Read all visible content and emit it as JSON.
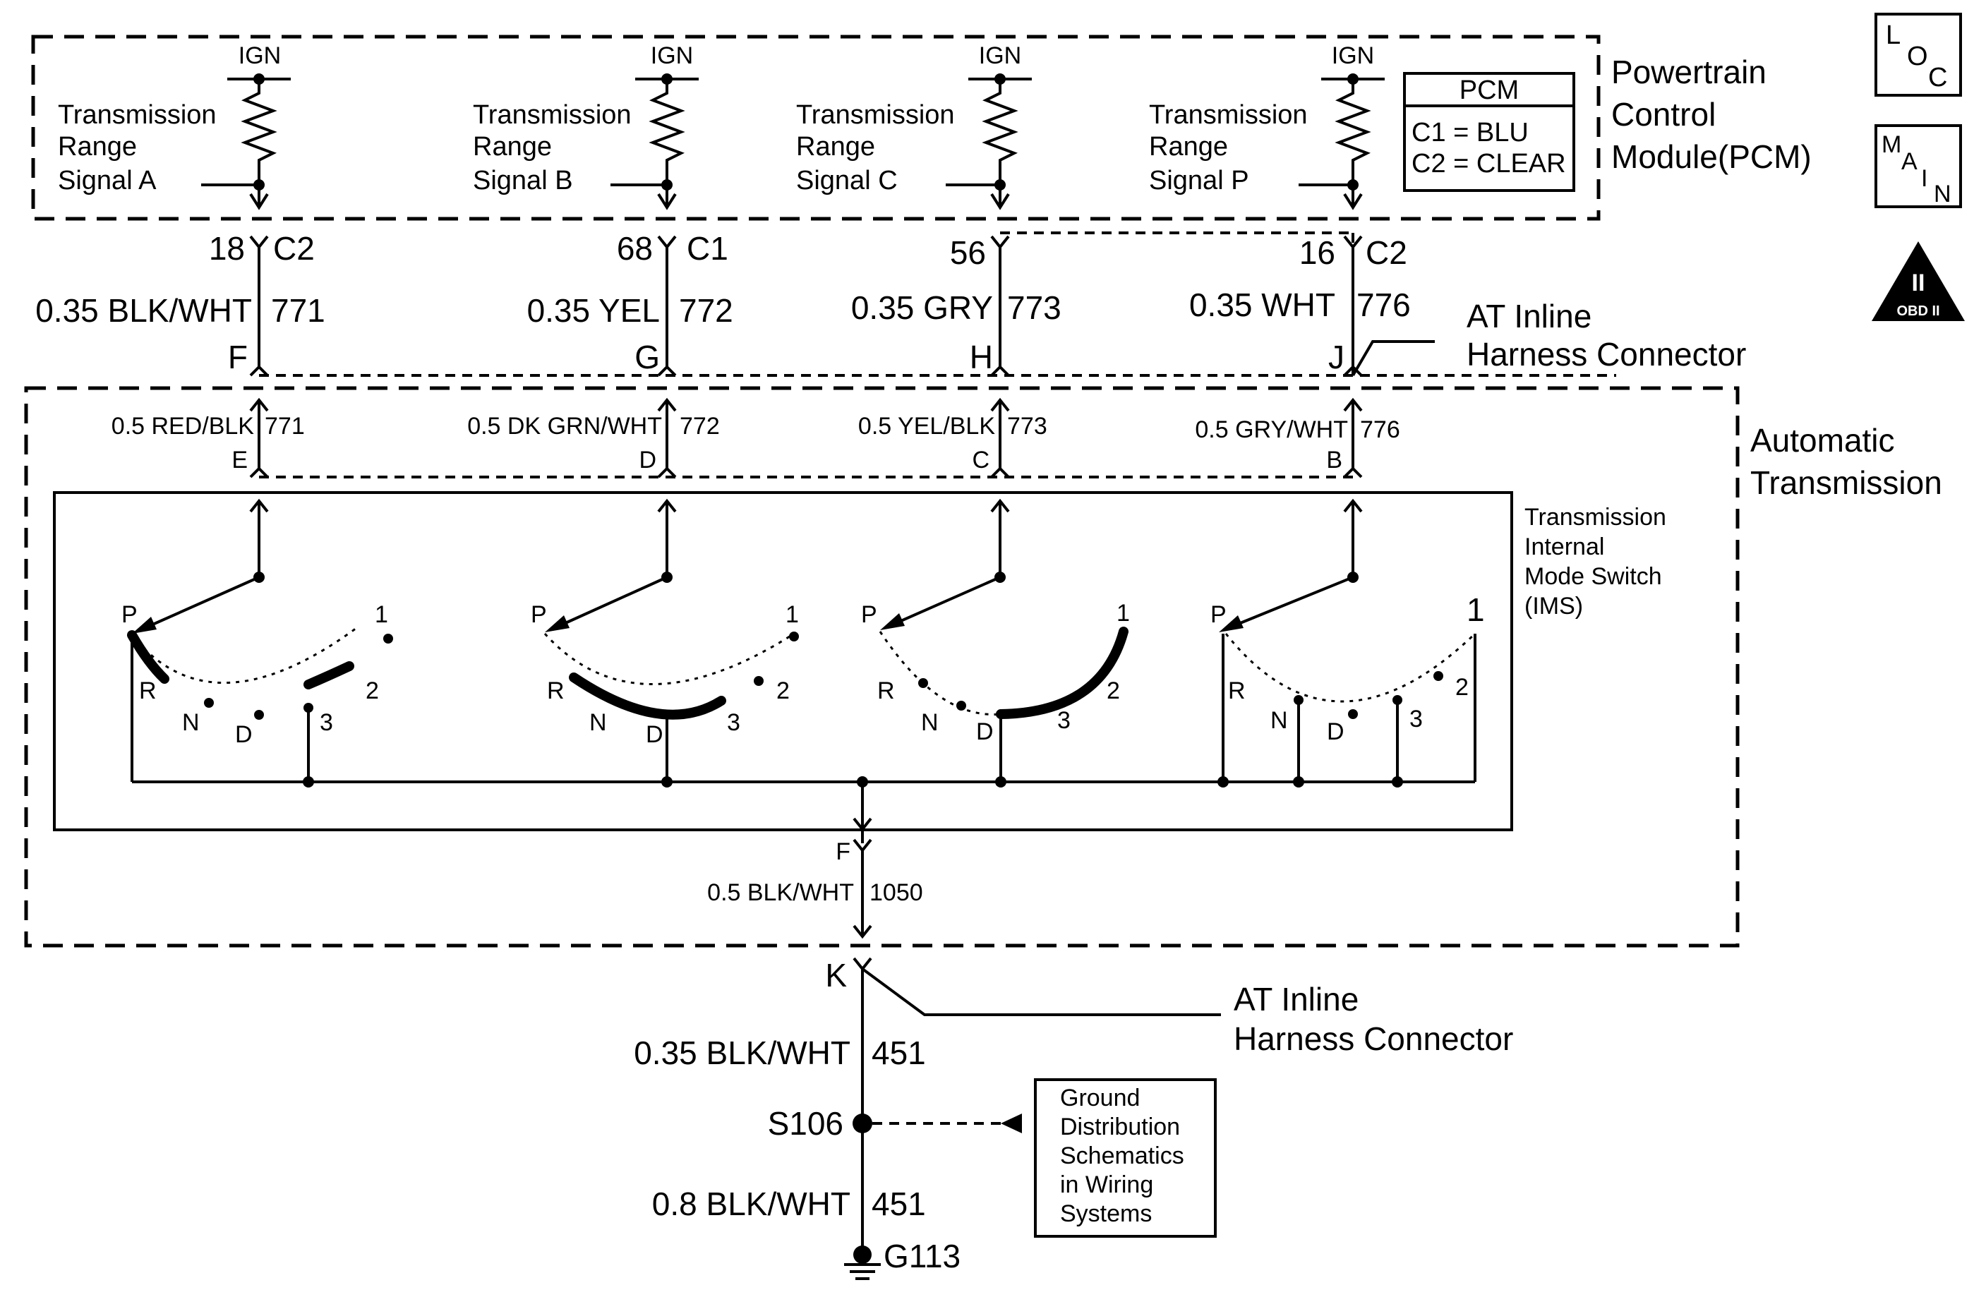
{
  "diagram": {
    "pcm_title": [
      "Powertrain",
      "Control",
      "Module(PCM)"
    ],
    "pcm_box": {
      "title": "PCM",
      "c1": "C1 = BLU",
      "c2": "C2 = CLEAR"
    },
    "badges": {
      "loc": {
        "l": "L",
        "o": "O",
        "c": "C"
      },
      "main": {
        "m": "M",
        "a": "A",
        "i": "I",
        "n": "N"
      },
      "obd": {
        "numeral": "II",
        "label": "OBD II"
      }
    },
    "ign_label": "IGN",
    "signals": [
      {
        "lines": [
          "Transmission",
          "Range",
          "Signal  A"
        ],
        "pin": "18",
        "conn": "C2",
        "wire": "0.35 BLK/WHT",
        "circuit": "771",
        "inline_upper": "F",
        "inline_lower": "E",
        "lower_wire": "0.5 RED/BLK",
        "lower_circuit": "771"
      },
      {
        "lines": [
          "Transmission",
          "Range",
          "Signal B"
        ],
        "pin": "68",
        "conn": "C1",
        "wire": "0.35 YEL",
        "circuit": "772",
        "inline_upper": "G",
        "inline_lower": "D",
        "lower_wire": "0.5 DK GRN/WHT",
        "lower_circuit": "772"
      },
      {
        "lines": [
          "Transmission",
          "Range",
          "Signal  C"
        ],
        "pin": "56",
        "conn": "",
        "wire": "0.35 GRY",
        "circuit": "773",
        "inline_upper": "H",
        "inline_lower": "C",
        "lower_wire": "0.5 YEL/BLK",
        "lower_circuit": "773"
      },
      {
        "lines": [
          "Transmission",
          "Range",
          "Signal  P"
        ],
        "pin": "16",
        "conn": "C2",
        "wire": "0.35 WHT",
        "circuit": "776",
        "inline_upper": "J",
        "inline_lower": "B",
        "lower_wire": "0.5 GRY/WHT",
        "lower_circuit": "776"
      }
    ],
    "inline_connector": [
      "AT Inline",
      "Harness Connector"
    ],
    "auto_trans": [
      "Automatic",
      "Transmission"
    ],
    "ims": [
      "Transmission",
      "Internal",
      "Mode Switch",
      "(IMS)"
    ],
    "switch_labels": {
      "p": "P",
      "r": "R",
      "n": "N",
      "d": "D",
      "three": "3",
      "two": "2",
      "one": "1"
    },
    "ground_circuit": {
      "upper_pin": "F",
      "upper_wire": "0.5 BLK/WHT",
      "upper_circuit": "1050",
      "inline_pin": "K",
      "inline_connector": [
        "AT Inline",
        "Harness Connector"
      ],
      "wire_a": "0.35 BLK/WHT",
      "circuit_a": "451",
      "splice": "S106",
      "wire_b": "0.8 BLK/WHT",
      "circuit_b": "451",
      "ground": "G113"
    },
    "ground_dist": [
      "Ground",
      "Distribution",
      "Schematics",
      "in Wiring",
      "Systems"
    ]
  }
}
